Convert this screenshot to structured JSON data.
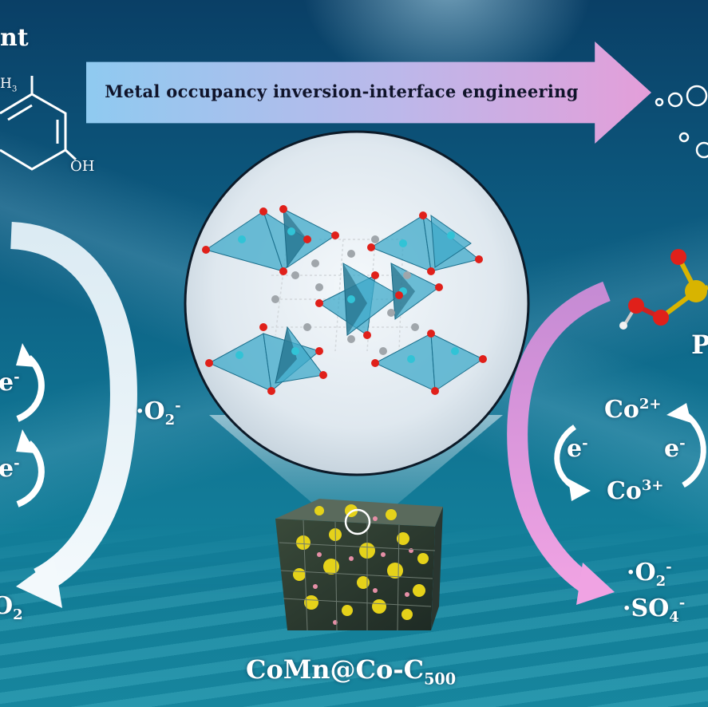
{
  "banner": {
    "text": "Metal occupancy inversion-interface engineering"
  },
  "left": {
    "partial_title": "nt",
    "partial_formula_top": "H",
    "partial_formula_top_sub": "3",
    "oh": "OH",
    "electron_1": "e",
    "electron_1_sup": "-",
    "electron_2": "e",
    "electron_2_sup": "-",
    "superoxide": "·O",
    "superoxide_sub": "2",
    "superoxide_sup": "-",
    "bottom_partial": "O",
    "bottom_partial_sub": "2"
  },
  "right": {
    "partial_p": "P",
    "co2": "Co",
    "co2_sup": "2+",
    "co3": "Co",
    "co3_sup": "3+",
    "electron_left": "e",
    "electron_left_sup": "-",
    "electron_right": "e",
    "electron_right_sup": "-",
    "superoxide": "·O",
    "superoxide_sub": "2",
    "superoxide_sup": "-",
    "sulfate": "·SO",
    "sulfate_sub": "4",
    "sulfate_sup": "-"
  },
  "catalyst": {
    "name": "CoMn@Co-C",
    "name_sub": "500"
  },
  "colors": {
    "tetrahedron": "#3fa9c9",
    "oxygen": "#e0201a",
    "cobalt": "#31c3d6",
    "carbon": "#9aa0a6",
    "sulfur": "#d8b400",
    "left_arrow": "#dfeef6",
    "right_arrow": "#e79bd8"
  }
}
